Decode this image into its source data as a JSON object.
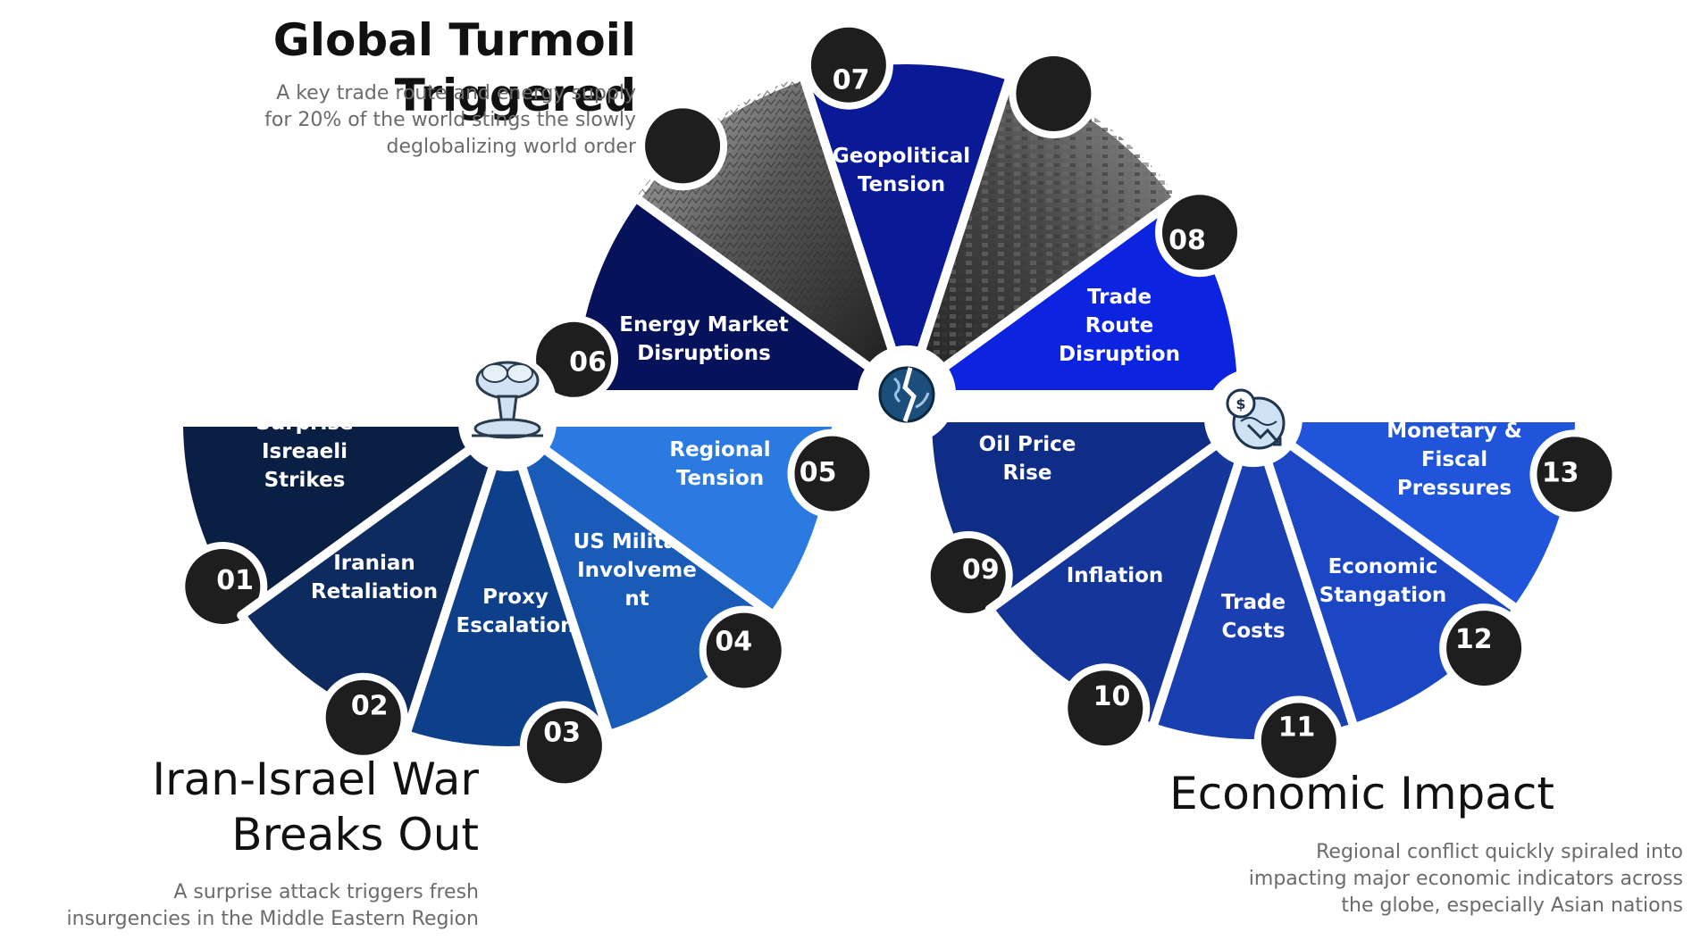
{
  "sections": {
    "global": {
      "title": "Global Turmoil Triggered",
      "desc": [
        "A key trade route and energy supply",
        "for 20% of the world stings the slowly",
        "deglobalizing world order"
      ]
    },
    "war": {
      "title": [
        "Iran-Israel War",
        "Breaks Out"
      ],
      "desc": [
        "A surprise attack triggers fresh",
        "insurgencies in the Middle Eastern Region"
      ]
    },
    "economic": {
      "title": "Economic Impact",
      "desc": [
        "Regional conflict quickly spiraled into",
        "impacting major economic indicators across",
        "the globe, especially Asian nations"
      ]
    }
  },
  "hubs": [
    {
      "id": "war",
      "icon": "mushroom-cloud-icon"
    },
    {
      "id": "global",
      "icon": "broken-globe-icon"
    },
    {
      "id": "economic",
      "icon": "globe-dollar-decline-icon"
    }
  ],
  "segments": [
    {
      "num": "01",
      "label": [
        "Surprise",
        "Isreaeli",
        "Strikes"
      ],
      "color": "#0a1f44"
    },
    {
      "num": "02",
      "label": [
        "Iranian",
        "Retaliation"
      ],
      "color": "#0d2b5e"
    },
    {
      "num": "03",
      "label": [
        "Proxy",
        "Escalation"
      ],
      "color": "#0e3f8a"
    },
    {
      "num": "04",
      "label": [
        "US Military",
        "Involveme",
        "nt"
      ],
      "color": "#1a5bb8"
    },
    {
      "num": "05",
      "label": [
        "Regional",
        "Tension"
      ],
      "color": "#2a7ae2"
    },
    {
      "num": "06",
      "label": [
        "Energy Market",
        "Disruptions"
      ],
      "color": "#06125a"
    },
    {
      "num": "07",
      "label": [
        "Geopolitical",
        "Tension"
      ],
      "color": "#0a1a96"
    },
    {
      "num": "08",
      "label": [
        "Trade",
        "Route",
        "Disruption"
      ],
      "color": "#0c24e0"
    },
    {
      "num": "09",
      "label": [
        "Oil Price",
        "Rise"
      ],
      "color": "#0f2d86"
    },
    {
      "num": "10",
      "label": [
        "Inflation"
      ],
      "color": "#14359a"
    },
    {
      "num": "11",
      "label": [
        "Trade",
        "Costs"
      ],
      "color": "#1a3fb0"
    },
    {
      "num": "12",
      "label": [
        "Economic",
        "Stangation"
      ],
      "color": "#1c47c4"
    },
    {
      "num": "13",
      "label": [
        "Monetary &",
        "Fiscal",
        "Pressures"
      ],
      "color": "#1f54db"
    }
  ]
}
